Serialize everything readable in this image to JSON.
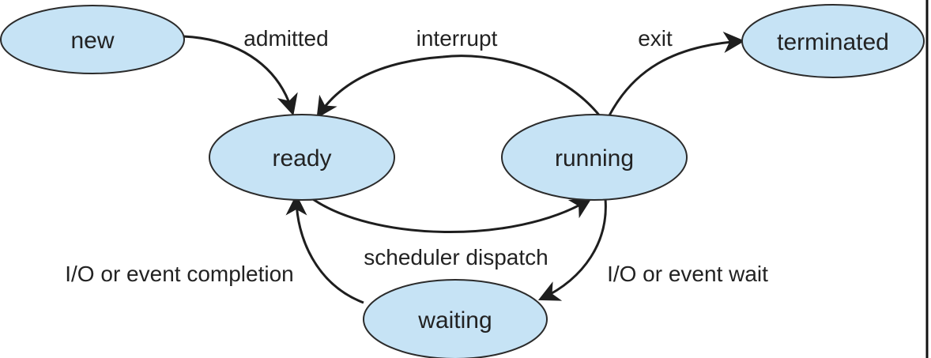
{
  "colors": {
    "node_fill": "#c6e3f5",
    "node_stroke": "#2b2b2b",
    "edge": "#1e1e1e",
    "frame": "#111111"
  },
  "states": {
    "new": "new",
    "terminated": "terminated",
    "ready": "ready",
    "running": "running",
    "waiting": "waiting"
  },
  "transitions": {
    "admitted": "admitted",
    "interrupt": "interrupt",
    "exit": "exit",
    "scheduler_dispatch": "scheduler dispatch",
    "io_event_completion": "I/O or event completion",
    "io_event_wait": "I/O or event wait"
  }
}
